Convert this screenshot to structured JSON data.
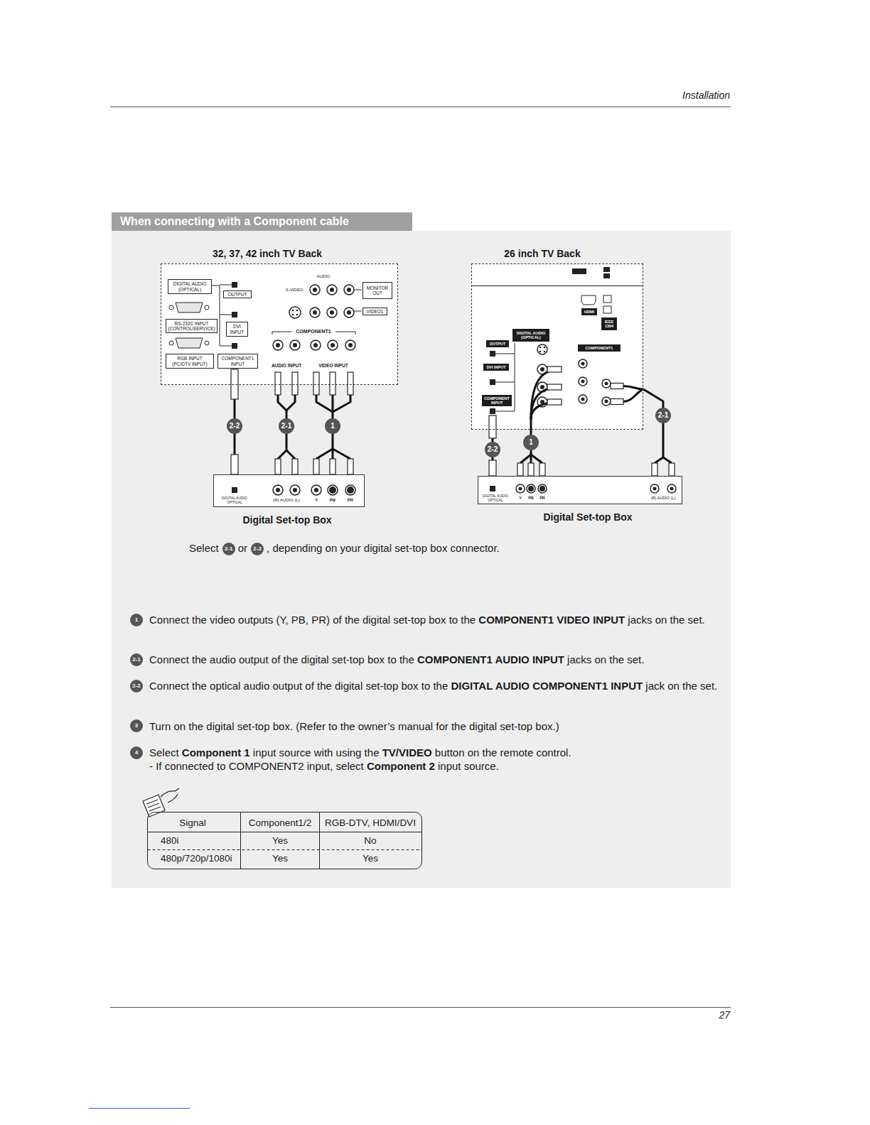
{
  "diagram": {
    "title": "When connecting with a Component cable",
    "nodes": [
      {
        "text": [
          "32, 37, 42 inch TV Back"
        ]
      },
      {
        "text": [
          "DIGITAL AUDIO (OPTICAL)"
        ],
        "in": 0
      },
      {
        "text": [
          "OUTPUT"
        ],
        "in": 0
      },
      {
        "text": [
          "RS-232C INPUT (CONTROL/SERVICE)"
        ],
        "in": 0
      },
      {
        "text": [
          "DVI INPUT"
        ],
        "in": 0
      },
      {
        "text": [
          "RGB INPUT (PC/DTV INPUT)"
        ],
        "in": 0
      },
      {
        "text": [
          "COMPONENT1 INPUT"
        ],
        "in": 0
      },
      {
        "text": [
          "MONITOR OUT"
        ],
        "in": 0
      },
      {
        "text": [
          "VIDEO1"
        ],
        "in": 0
      },
      {
        "text": [
          "Digital Set-top Box"
        ]
      },
      {
        "text": [
          "26 inch TV Back"
        ]
      },
      {
        "text": [
          "DIGITAL AUDIO (OPTICAL)"
        ],
        "in": 10
      },
      {
        "text": [
          "OUTPUT"
        ],
        "in": 10
      },
      {
        "text": [
          "DVI INPUT"
        ],
        "in": 10
      },
      {
        "text": [
          "COMPONENT INPUT"
        ],
        "in": 10
      },
      {
        "text": [
          "COMPONENT1"
        ],
        "in": 10
      },
      {
        "text": [
          "HDMI"
        ],
        "in": 10
      },
      {
        "text": [
          "IEEE 1394"
        ],
        "in": 10
      },
      {
        "text": [
          "Digital Set-top Box"
        ]
      }
    ],
    "edges": [
      {
        "from": 9,
        "to": 0,
        "label": "2-2",
        "arrow": "none"
      },
      {
        "from": 9,
        "to": 0,
        "label": "2-1",
        "arrow": "none"
      },
      {
        "from": 9,
        "to": 0,
        "label": "1",
        "arrow": "none"
      },
      {
        "from": 18,
        "to": 10,
        "label": "2-2",
        "arrow": "none"
      },
      {
        "from": 18,
        "to": 10,
        "label": "1",
        "arrow": "none"
      },
      {
        "from": 18,
        "to": 10,
        "label": "2-1",
        "arrow": "none"
      }
    ],
    "labels": [
      "Installation",
      "S-VIDEO",
      "AUDIO",
      "COMPONENT1",
      "AUDIO INPUT",
      "VIDEO INPUT",
      "DIGITAL AUDIO OPTICAL",
      "(R) AUDIO (L)",
      "Y",
      "PB",
      "PR",
      "DIGITAL AUDIO OPTICAL",
      "Y",
      "PB",
      "PR",
      "(R) AUDIO (L)",
      "Select",
      "2-1",
      "or",
      "2-2",
      ", depending on your digital set-top box connector.",
      "1",
      "Connect the video outputs (Y, PB, PR) of the digital set-top box to the ",
      "COMPONENT1 VIDEO INPUT",
      " jacks on the set.",
      "2-1",
      "Connect the audio output of the digital set-top box to the ",
      "COMPONENT1 AUDIO INPUT",
      " jacks on the set.",
      "2-2",
      "Connect the optical audio output of the digital set-top box to the ",
      "DIGITAL AUDIO COMPONENT1 INPUT",
      " jack on the set.",
      "3",
      "Turn on the digital set-top box. (Refer to the owner’s manual for the digital set-top box.)",
      "4",
      "Select ",
      "Component 1",
      " input source with using the ",
      "TV/VIDEO",
      " button on the remote control.",
      "- If connected to COMPONENT2 input, select ",
      "Component 2",
      " input source.",
      "Signal",
      "Component1/2",
      "RGB-DTV, HDMI/DVI",
      "480i",
      "Yes",
      "No",
      "480p/720p/1080i",
      "Yes",
      "Yes",
      "27"
    ]
  }
}
